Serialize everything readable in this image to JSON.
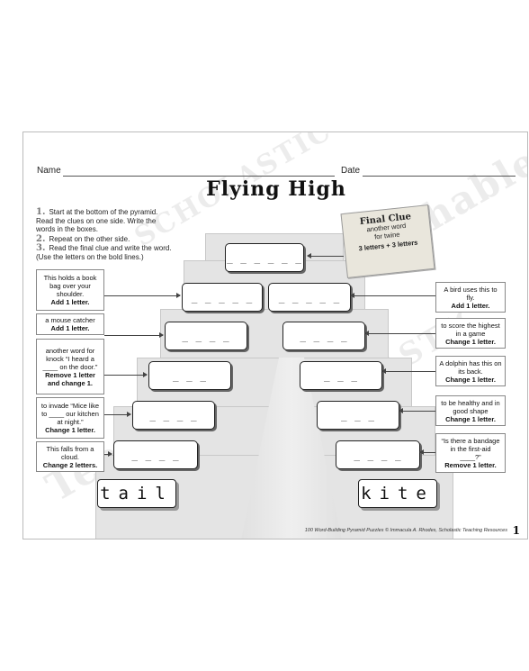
{
  "header": {
    "name_label": "Name",
    "date_label": "Date"
  },
  "title": "Flying High",
  "instructions": [
    {
      "num": "1.",
      "text": "Start at the bottom of the pyramid. Read the clues on one side. Write the words in the boxes."
    },
    {
      "num": "2.",
      "text": "Repeat on the other side."
    },
    {
      "num": "3.",
      "text": "Read the final clue and write the word. (Use the letters on the bold lines.)"
    }
  ],
  "final_clue": {
    "title": "Final Clue",
    "line1": "another word",
    "line2": "for twine",
    "line3": "3 letters + 3 letters"
  },
  "answer_blanks": {
    "top": "_ _ _ _ _ _",
    "left": [
      "_ _ _ _ _",
      "_ _ _ _",
      "_ _ _",
      "_ _ _ _",
      "_ _ _ _"
    ],
    "right": [
      "_ _ _ _ _",
      "_ _ _ _",
      "_ _ _",
      "_ _ _",
      "_ _ _ _"
    ]
  },
  "left_clues": [
    {
      "text": "This holds a book bag over your shoulder.",
      "rule": "Add 1 letter."
    },
    {
      "text": "a mouse catcher",
      "rule": "Add 1 letter."
    },
    {
      "text": "another word for knock “I heard a ____ on the door.”",
      "rule": "Remove 1 letter and change 1."
    },
    {
      "text": "to invade “Mice like to ____ our kitchen at night.”",
      "rule": "Change 1 letter."
    },
    {
      "text": "This falls from a cloud.",
      "rule": "Change 2 letters."
    }
  ],
  "right_clues": [
    {
      "text": "A bird uses this to fly.",
      "rule": "Add 1 letter."
    },
    {
      "text": "to score the highest in a game",
      "rule": "Change 1 letter."
    },
    {
      "text": "A dolphin has this on its back.",
      "rule": "Change 1 letter."
    },
    {
      "text": "to be healthy and in good shape",
      "rule": "Change 1 letter."
    },
    {
      "text": "“Is there a bandage in the first-aid ____?”",
      "rule": "Remove 1 letter."
    }
  ],
  "start_words": {
    "left": "tail",
    "right": "kite"
  },
  "watermarks": [
    "SCHOLASTIC",
    "Teachables",
    "SCHOLASTIC",
    "Teachables"
  ],
  "footer": "100 Word-Building Pyramid Puzzles © Immacula A. Rhodes, Scholastic Teaching Resources",
  "page_number": "1"
}
